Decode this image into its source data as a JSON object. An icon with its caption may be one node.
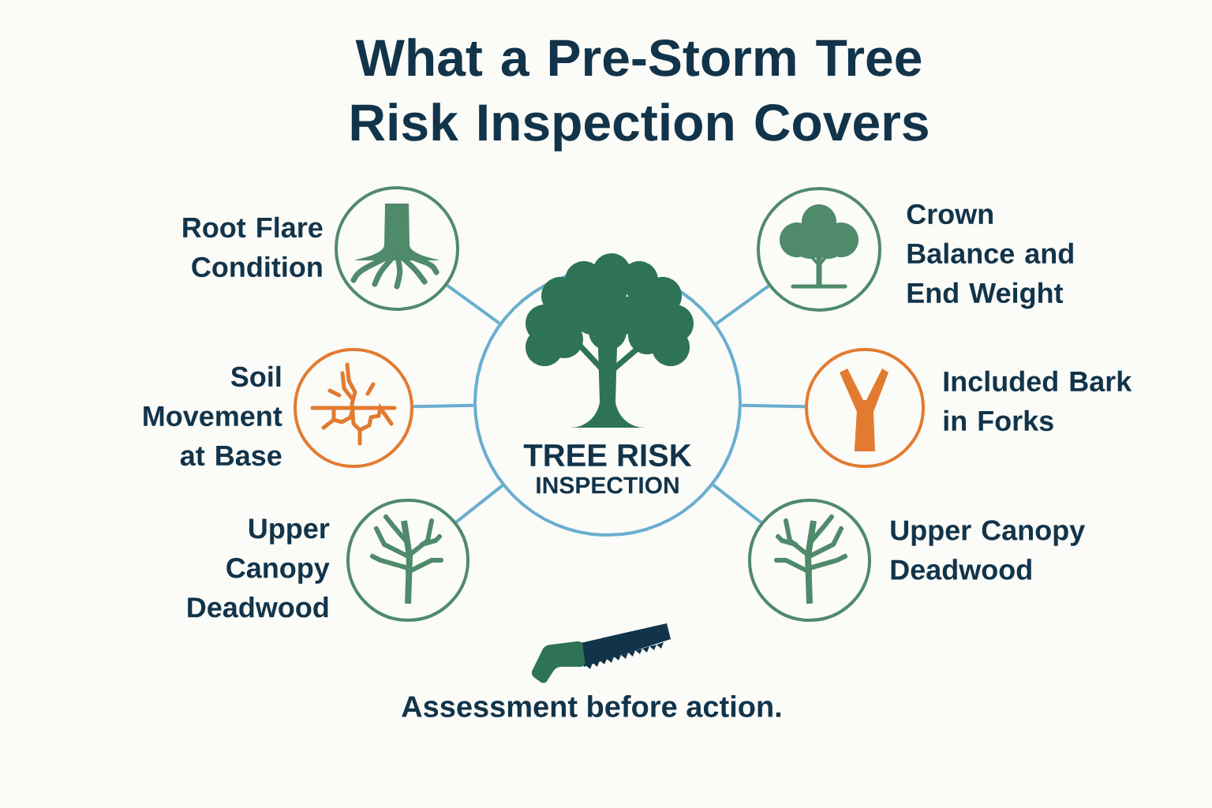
{
  "diagram": {
    "title": "What a Pre-Storm Tree Risk Inspection Covers",
    "nodes": [
      {
        "text": [
          "TREE RISK",
          "INSPECTION"
        ]
      },
      {
        "text": [
          "Root Flare Condition"
        ]
      },
      {
        "text": [
          "Soil Movement at Base"
        ]
      },
      {
        "text": [
          "Upper Canopy Deadwood"
        ]
      },
      {
        "text": [
          "Crown Balance and End Weight"
        ]
      },
      {
        "text": [
          "Included Bark in Forks"
        ]
      },
      {
        "text": [
          "Upper Canopy Deadwood"
        ]
      }
    ],
    "edges": [
      {
        "from": 0,
        "to": 1,
        "arrow": "none"
      },
      {
        "from": 0,
        "to": 2,
        "arrow": "none"
      },
      {
        "from": 0,
        "to": 3,
        "arrow": "none"
      },
      {
        "from": 0,
        "to": 4,
        "arrow": "none"
      },
      {
        "from": 0,
        "to": 5,
        "arrow": "none"
      },
      {
        "from": 0,
        "to": 6,
        "arrow": "none"
      }
    ],
    "labels": [
      "Assessment before action."
    ]
  }
}
